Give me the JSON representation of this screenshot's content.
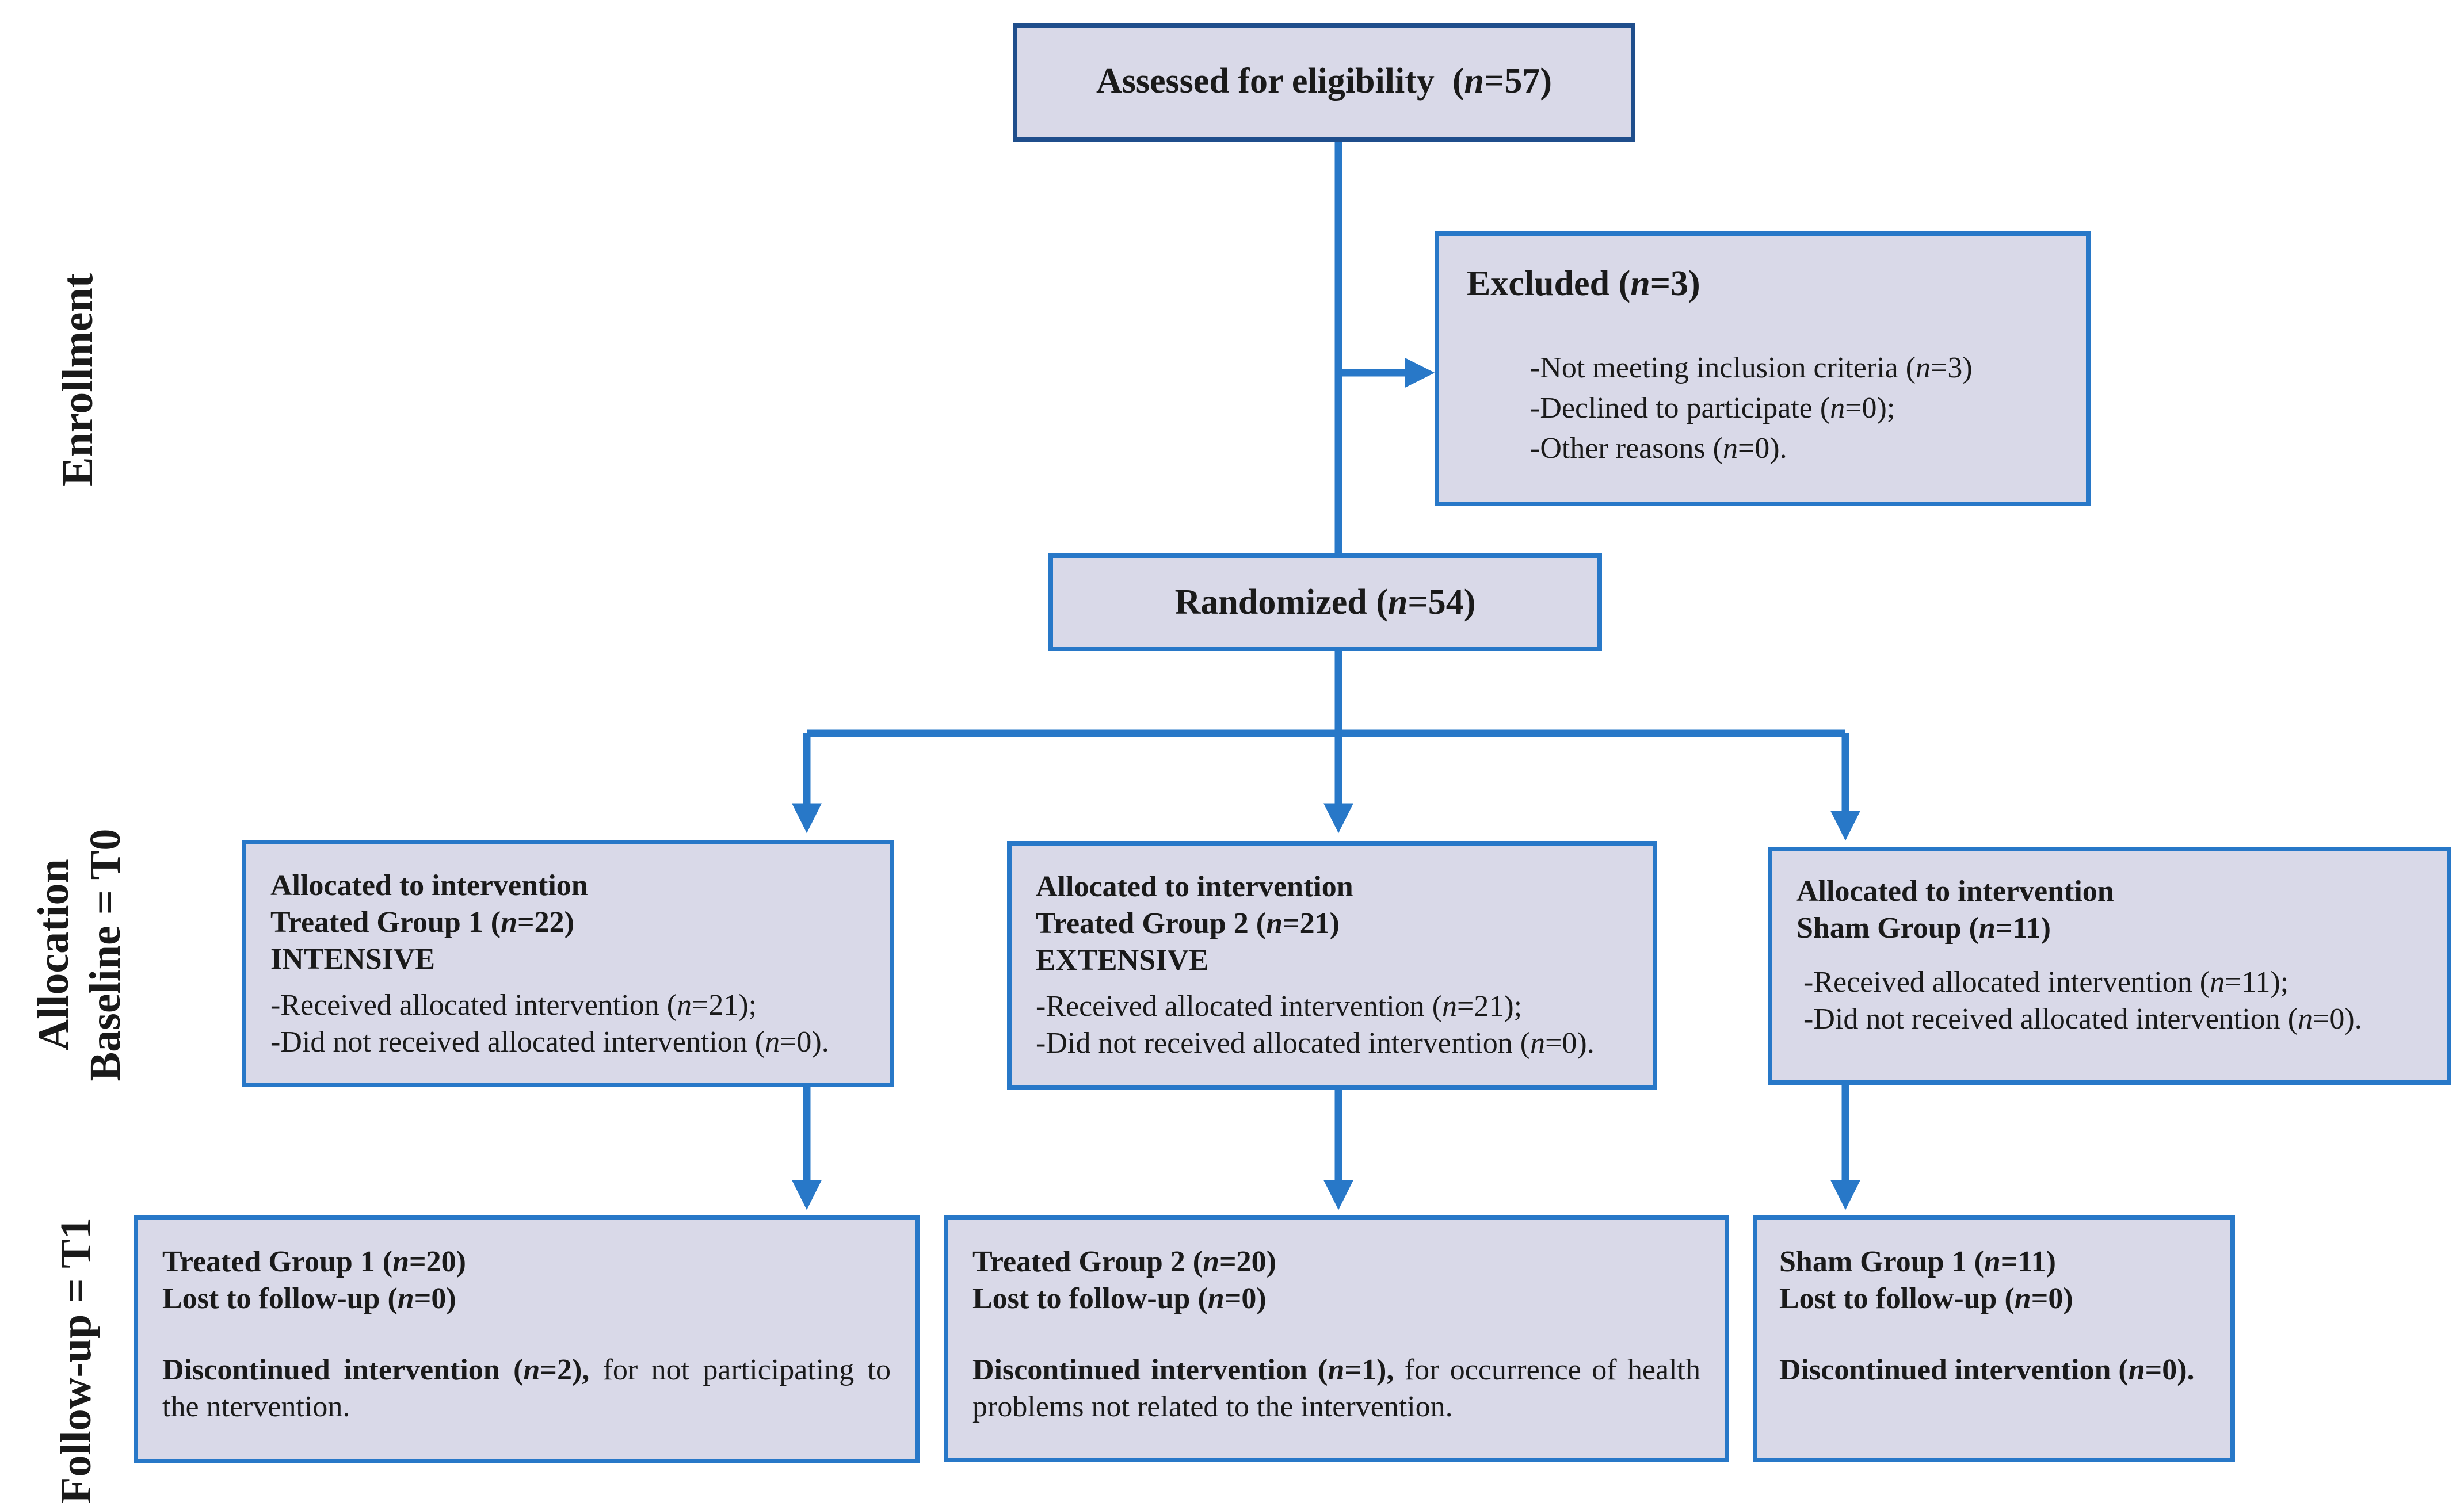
{
  "phases": {
    "enrollment": "Enrollment",
    "allocation_line1": "Allocation",
    "allocation_line2": "Baseline = T0",
    "followup": "Follow-up = T1"
  },
  "assessed": {
    "text": "Assessed for eligibility",
    "n_open": "(",
    "n": "n",
    "n_close": "=57)"
  },
  "excluded": {
    "title": "Excluded",
    "n_open": "(",
    "n": "n",
    "n_close": "=3)",
    "items": [
      {
        "text": "-Not meeting inclusion criteria (",
        "n": "n",
        "rest": "=3)"
      },
      {
        "text": "-Declined to participate (",
        "n": "n",
        "rest": "=0);"
      },
      {
        "text": "-Other reasons (",
        "n": "n",
        "rest": "=0)."
      }
    ]
  },
  "randomized": {
    "text": "Randomized",
    "n_open": "(",
    "n": "n",
    "n_close": "=54)"
  },
  "allocation": [
    {
      "line1": "Allocated to intervention",
      "line2_pre": "Treated Group 1 (",
      "line2_n": "n",
      "line2_post": "=22)",
      "line3": "INTENSIVE",
      "received_pre": "-Received allocated intervention (",
      "received_n": "n",
      "received_post": "=21);",
      "notrec_pre": "-Did not received allocated intervention (",
      "notrec_n": "n",
      "notrec_post": "=0)."
    },
    {
      "line1": "Allocated to intervention",
      "line2_pre": "Treated Group 2 (",
      "line2_n": "n",
      "line2_post": "=21)",
      "line3": "EXTENSIVE",
      "received_pre": "-Received allocated intervention (",
      "received_n": "n",
      "received_post": "=21);",
      "notrec_pre": "-Did not received allocated intervention (",
      "notrec_n": "n",
      "notrec_post": "=0)."
    },
    {
      "line1": "Allocated to intervention",
      "line2_pre": "Sham Group (",
      "line2_n": "n",
      "line2_post": "=11)",
      "line3": "",
      "received_pre": "-Received allocated intervention (",
      "received_n": "n",
      "received_post": "=11);",
      "notrec_pre": "-Did not received allocated intervention (",
      "notrec_n": "n",
      "notrec_post": "=0)."
    }
  ],
  "followup": [
    {
      "group_pre": "Treated Group 1 (",
      "group_n": "n",
      "group_post": "=20)",
      "lost_pre": "Lost to follow-up (",
      "lost_n": "n",
      "lost_post": "=0)",
      "disc_pre": "Discontinued intervention (",
      "disc_n": "n",
      "disc_post": "=2),",
      "disc_reason": " for not participating to the ntervention."
    },
    {
      "group_pre": "Treated Group 2 (",
      "group_n": "n",
      "group_post": "=20)",
      "lost_pre": "Lost to follow-up (",
      "lost_n": "n",
      "lost_post": "=0)",
      "disc_pre": "Discontinued intervention (",
      "disc_n": "n",
      "disc_post": "=1),",
      "disc_reason": " for occurrence of health problems not related to the intervention."
    },
    {
      "group_pre": "Sham Group 1 (",
      "group_n": "n",
      "group_post": "=11)",
      "lost_pre": "Lost to follow-up (",
      "lost_n": "n",
      "lost_post": "=0)",
      "disc_pre": "Discontinued intervention (",
      "disc_n": "n",
      "disc_post": "=0).",
      "disc_reason": ""
    }
  ],
  "colors": {
    "box_fill": "#d9d9e8",
    "box_border": "#2878c8",
    "top_border": "#1f4e8c",
    "arrow": "#2878c8"
  }
}
